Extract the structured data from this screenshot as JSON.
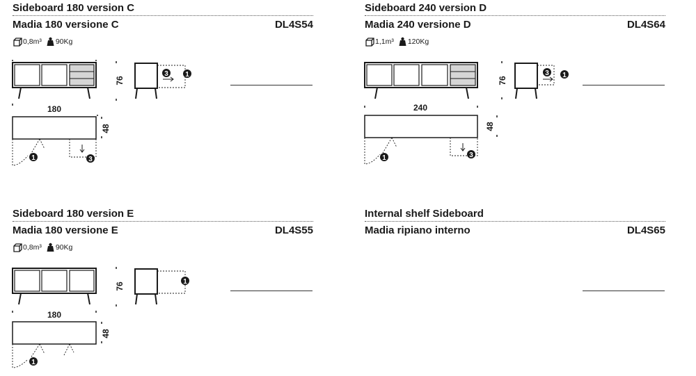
{
  "blocks": [
    {
      "title_en": "Sideboard 180 version C",
      "title_it": "Madia 180 versione C",
      "code": "DL4S54",
      "volume": "0,8m³",
      "weight": "90Kg",
      "width_dim": "180",
      "height_dim": "76",
      "depth_dim": "48",
      "callout_a": "1",
      "callout_b": "3"
    },
    {
      "title_en": "Sideboard 240 version D",
      "title_it": "Madia 240 versione D",
      "code": "DL4S64",
      "volume": "1,1m³",
      "weight": "120Kg",
      "width_dim": "240",
      "height_dim": "76",
      "depth_dim": "48",
      "callout_a": "1",
      "callout_b": "3"
    },
    {
      "title_en": "Sideboard 180 version E",
      "title_it": "Madia 180 versione E",
      "code": "DL4S55",
      "volume": "0,8m³",
      "weight": "90Kg",
      "width_dim": "180",
      "height_dim": "76",
      "depth_dim": "48",
      "callout_a": "1"
    },
    {
      "title_en": "Internal shelf Sideboard",
      "title_it": "Madia ripiano interno",
      "code": "DL4S65"
    }
  ],
  "icons": {
    "volume": "box-volume-icon",
    "weight": "weight-icon"
  },
  "colors": {
    "ink": "#1a1a1a",
    "glass": "#d6d6d6"
  }
}
